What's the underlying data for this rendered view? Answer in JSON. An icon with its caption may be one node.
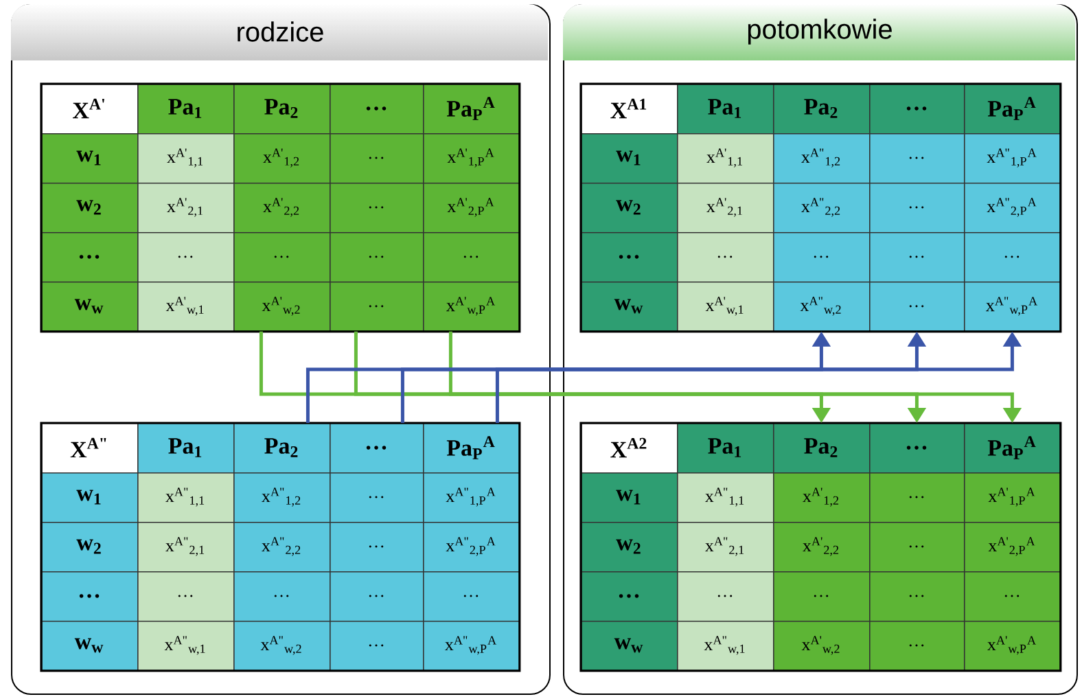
{
  "diagram": {
    "nodes": [
      {
        "text": [
          "rodzice"
        ]
      },
      {
        "text": [
          "potomkowie"
        ]
      },
      {
        "text": [
          "X$^{A'}$",
          "w$_{1}$",
          "w$_{2}$",
          "…",
          "w$_{w}$"
        ],
        "in": 0
      },
      {
        "text": [
          "Pa$_{1}$",
          "x$^{A'}$$_{1,1}$",
          "x$^{A'}$$_{2,1}$",
          "…",
          "x$^{A'}$$_{w,1}$"
        ],
        "in": 0
      },
      {
        "text": [
          "Pa$_{2}$",
          "x$^{A'}$$_{1,2}$",
          "x$^{A'}$$_{2,2}$",
          "…",
          "x$^{A'}$$_{w,2}$"
        ],
        "in": 0
      },
      {
        "text": [
          "…",
          "…",
          "…",
          "…",
          "…"
        ],
        "in": 0
      },
      {
        "text": [
          "Pa$_{P}$$^{A}$",
          "x$^{A'}$$_{1,P}$$^{A}$",
          "x$^{A'}$$_{2,P}$$^{A}$",
          "…",
          "x$^{A'}$$_{w,P}$$^{A}$"
        ],
        "in": 0
      },
      {
        "text": [
          "X$^{A1}$",
          "w$_{1}$",
          "w$_{2}$",
          "…",
          "w$_{w}$"
        ],
        "in": 1
      },
      {
        "text": [
          "Pa$_{1}$",
          "x$^{A'}$$_{1,1}$",
          "x$^{A'}$$_{2,1}$",
          "…",
          "x$^{A'}$$_{w,1}$"
        ],
        "in": 1
      },
      {
        "text": [
          "Pa$_{2}$",
          "x$^{A\"}$$_{1,2}$",
          "x$^{A\"}$$_{2,2}$",
          "…",
          "x$^{A\"}$$_{w,2}$"
        ],
        "in": 1
      },
      {
        "text": [
          "…",
          "…",
          "…",
          "…",
          "…"
        ],
        "in": 1
      },
      {
        "text": [
          "Pa$_{P}$$^{A}$",
          "x$^{A\"}$$_{1,P}$$^{A}$",
          "x$^{A\"}$$_{2,P}$$^{A}$",
          "…",
          "x$^{A\"}$$_{w,P}$$^{A}$"
        ],
        "in": 1
      },
      {
        "text": [
          "X$^{A\"}$",
          "w$_{1}$",
          "w$_{2}$",
          "…",
          "w$_{w}$"
        ],
        "in": 0
      },
      {
        "text": [
          "Pa$_{1}$",
          "x$^{A\"}$$_{1,1}$",
          "x$^{A\"}$$_{2,1}$",
          "…",
          "x$^{A\"}$$_{w,1}$"
        ],
        "in": 0
      },
      {
        "text": [
          "Pa$_{2}$",
          "x$^{A\"}$$_{1,2}$",
          "x$^{A\"}$$_{2,2}$",
          "…",
          "x$^{A\"}$$_{w,2}$"
        ],
        "in": 0
      },
      {
        "text": [
          "…",
          "…",
          "…",
          "…",
          "…"
        ],
        "in": 0
      },
      {
        "text": [
          "Pa$_{P}$$^{A}$",
          "x$^{A\"}$$_{1,P}$$^{A}$",
          "x$^{A\"}$$_{2,P}$$^{A}$",
          "…",
          "x$^{A\"}$$_{w,P}$$^{A}$"
        ],
        "in": 0
      },
      {
        "text": [
          "X$^{A2}$",
          "w$_{1}$",
          "w$_{2}$",
          "…",
          "w$_{w}$"
        ],
        "in": 1
      },
      {
        "text": [
          "Pa$_{1}$",
          "x$^{A\"}$$_{1,1}$",
          "x$^{A\"}$$_{2,1}$",
          "…",
          "x$^{A\"}$$_{w,1}$"
        ],
        "in": 1
      },
      {
        "text": [
          "Pa$_{2}$",
          "x$^{A'}$$_{1,2}$",
          "x$^{A'}$$_{2,2}$",
          "…",
          "x$^{A'}$$_{w,2}$"
        ],
        "in": 1
      },
      {
        "text": [
          "…",
          "…",
          "…",
          "…",
          "…"
        ],
        "in": 1
      },
      {
        "text": [
          "Pa$_{P}$$^{A}$",
          "x$^{A'}$$_{1,P}$$^{A}$",
          "x$^{A'}$$_{2,P}$$^{A}$",
          "…",
          "x$^{A'}$$_{w,P}$$^{A}$"
        ],
        "in": 1
      }
    ],
    "edges": [
      {
        "from": 4,
        "to": 19,
        "arrow": "to",
        "color": "#66bb3c"
      },
      {
        "from": 5,
        "to": 20,
        "arrow": "to",
        "color": "#66bb3c"
      },
      {
        "from": 6,
        "to": 21,
        "arrow": "to",
        "color": "#66bb3c"
      },
      {
        "from": 14,
        "to": 9,
        "arrow": "to",
        "color": "#3a55a8"
      },
      {
        "from": 15,
        "to": 10,
        "arrow": "to",
        "color": "#3a55a8"
      },
      {
        "from": 16,
        "to": 11,
        "arrow": "to",
        "color": "#3a55a8"
      }
    ]
  }
}
